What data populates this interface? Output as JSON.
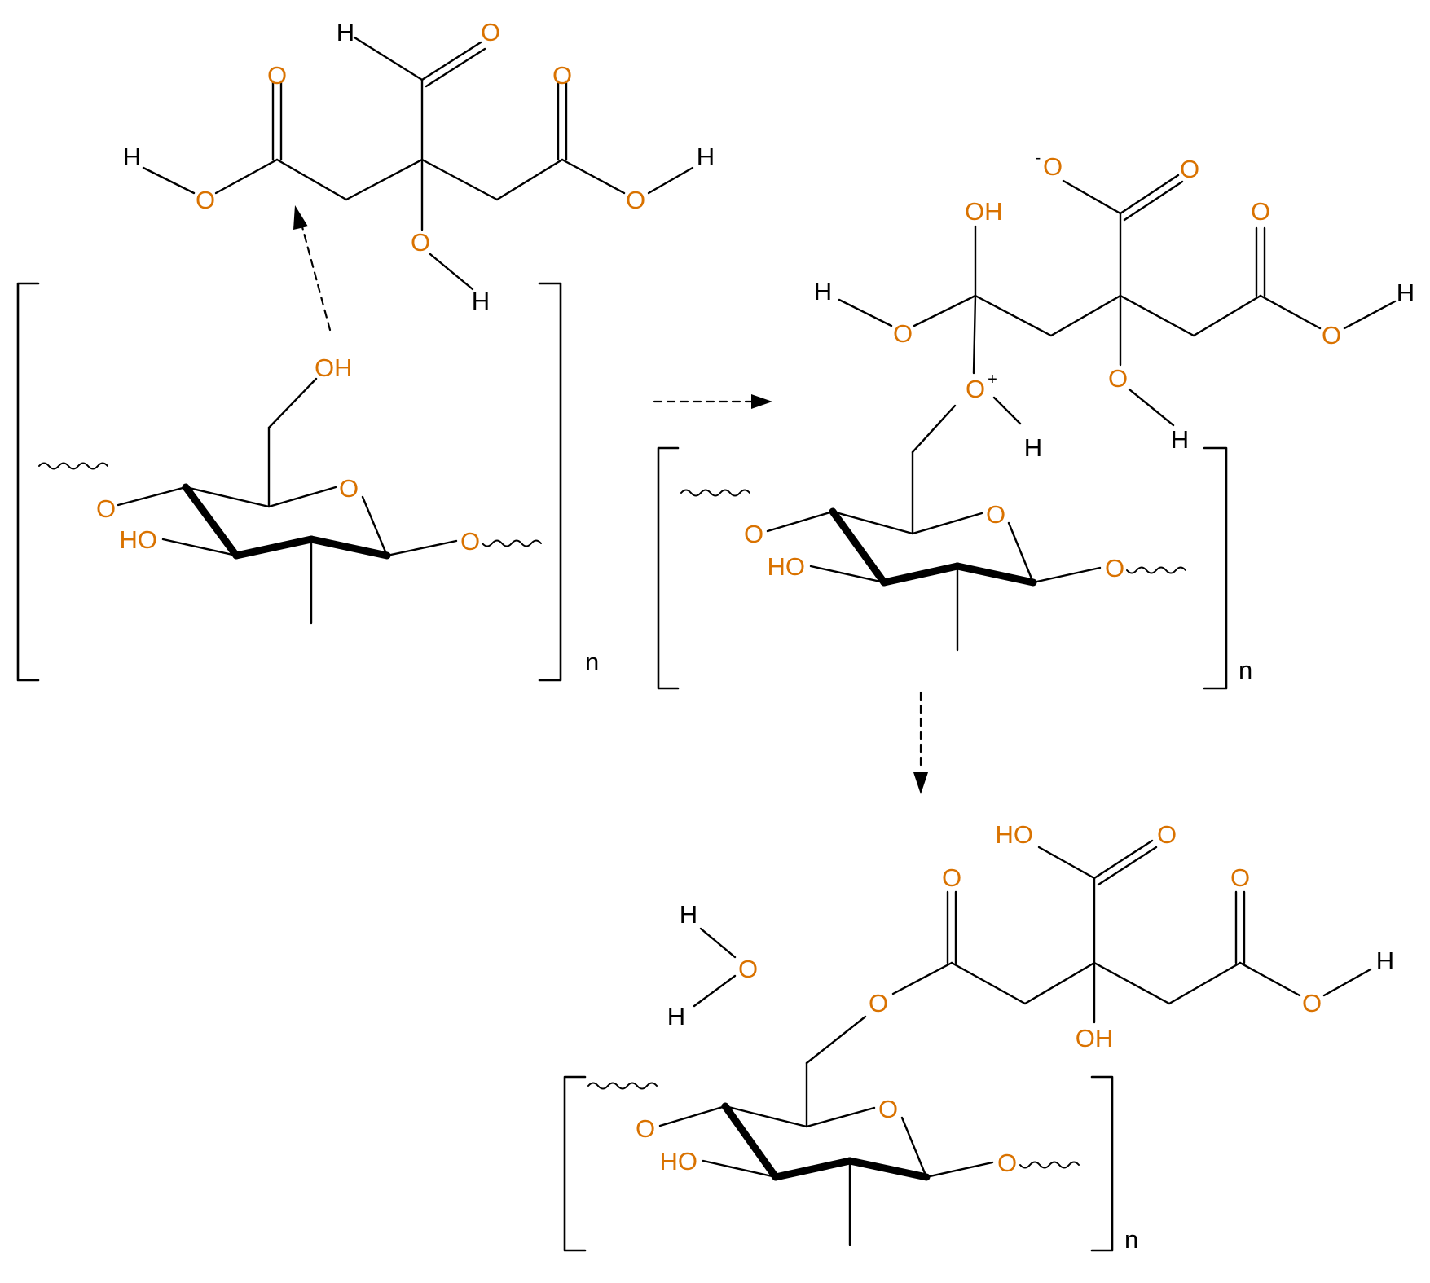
{
  "labels": {
    "O": "O",
    "H": "H",
    "OH": "OH",
    "HO": "HO",
    "n": "n",
    "plus": "+",
    "minus": "-"
  },
  "structures": [
    {
      "name": "citric-acid-aldehyde-reagent"
    },
    {
      "name": "cellulose-repeat-unit"
    },
    {
      "name": "oxonium-intermediate"
    },
    {
      "name": "water"
    },
    {
      "name": "cellulose-citrate-ester"
    }
  ],
  "colors": {
    "oxygen": "#d97200",
    "hydrogen": "#000000",
    "bond": "#000000"
  }
}
